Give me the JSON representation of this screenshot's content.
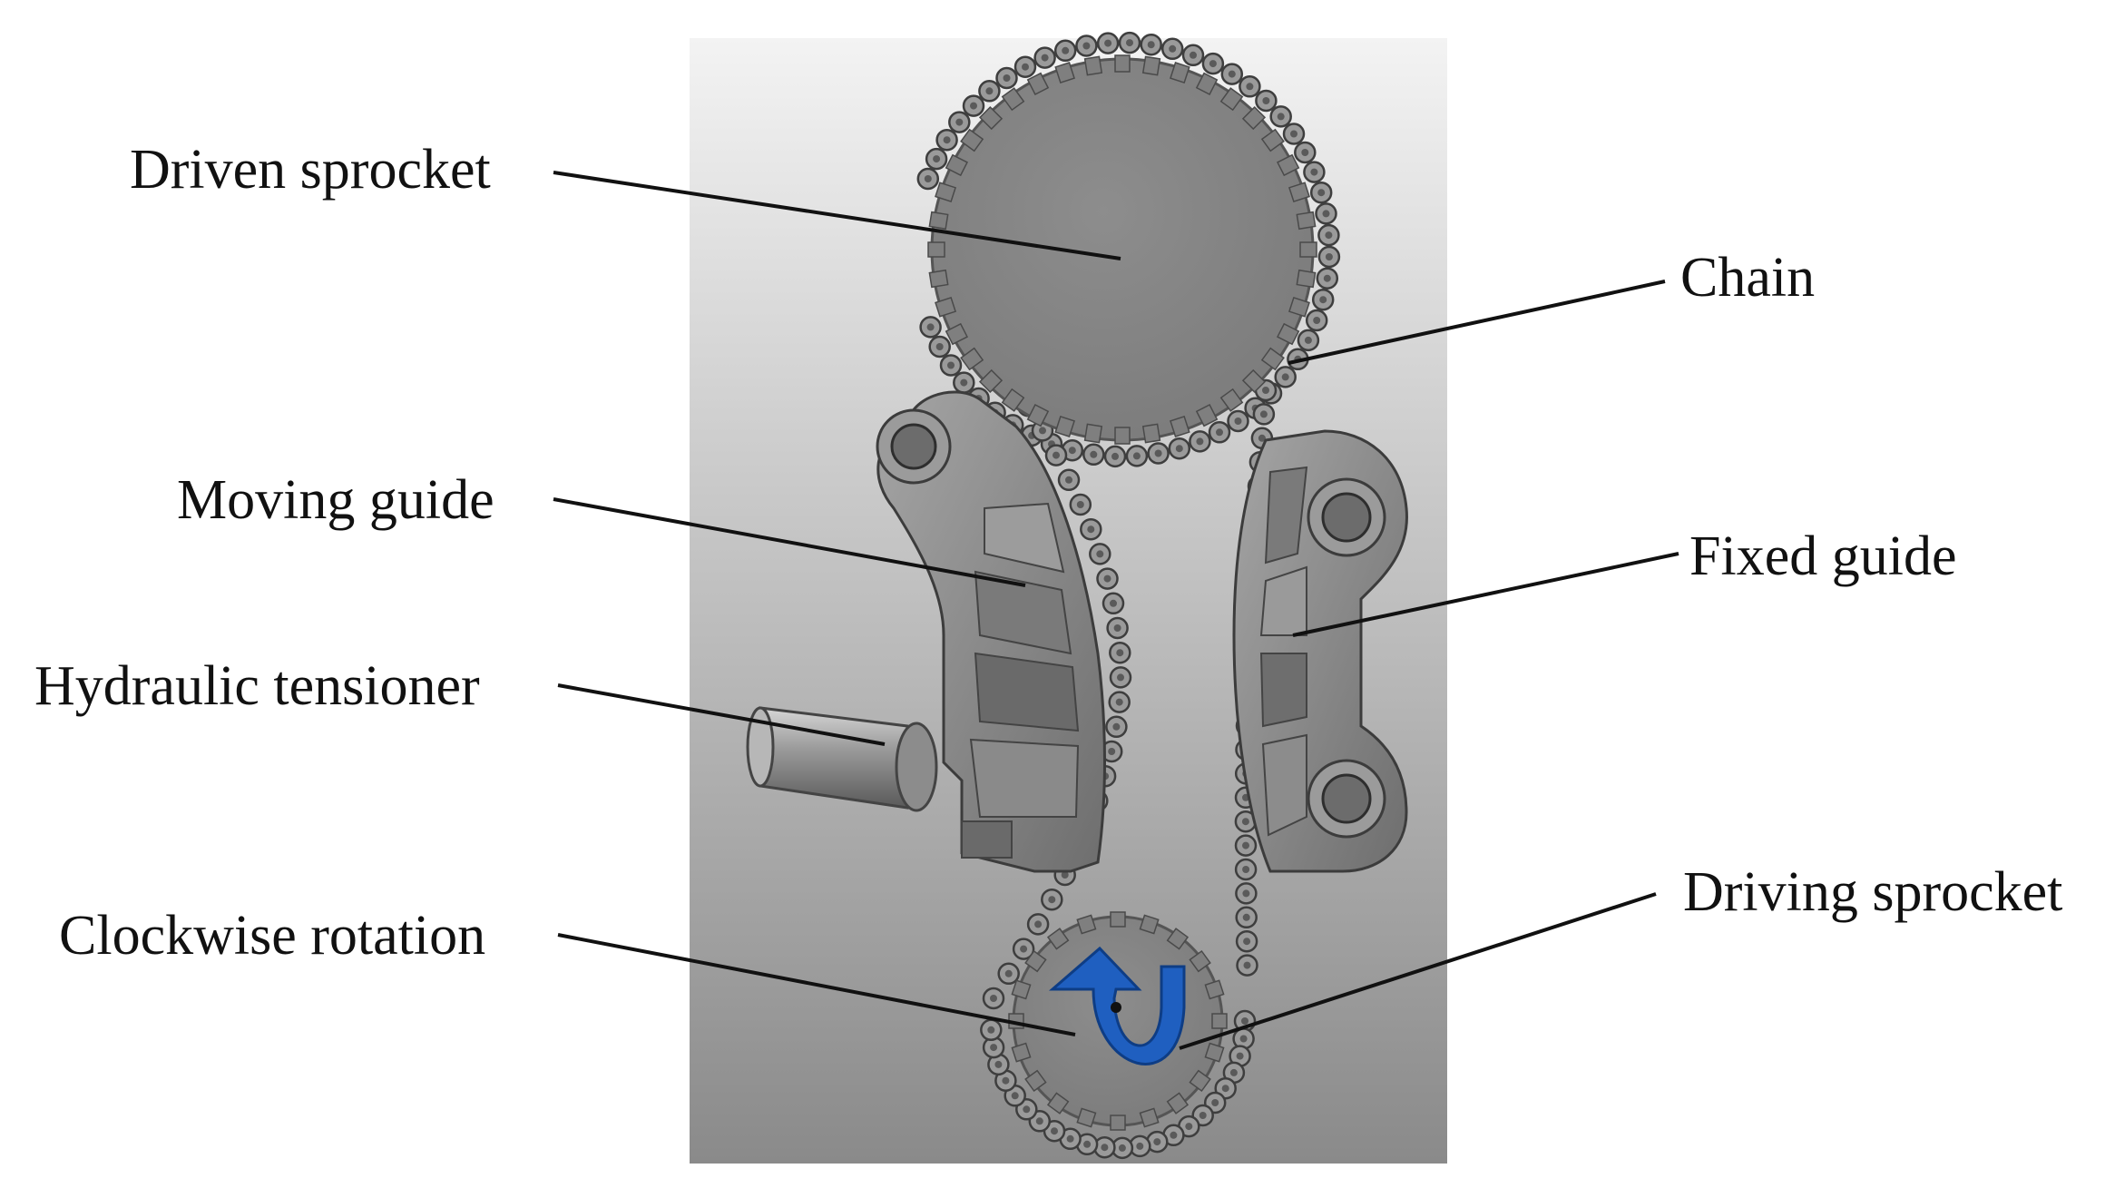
{
  "labels": {
    "driven_sprocket": "Driven sprocket",
    "chain": "Chain",
    "moving_guide": "Moving guide",
    "fixed_guide": "Fixed guide",
    "hydraulic_tensioner": "Hydraulic tensioner",
    "clockwise_rotation": "Clockwise rotation",
    "driving_sprocket": "Driving sprocket"
  },
  "colors": {
    "background_top": "#f2f2f2",
    "background_bottom": "#8e8e8e",
    "part_fill": "#8a8a8a",
    "part_dark": "#4a4a4a",
    "arrow": "#1f5fc0",
    "leader_line": "#111111"
  }
}
